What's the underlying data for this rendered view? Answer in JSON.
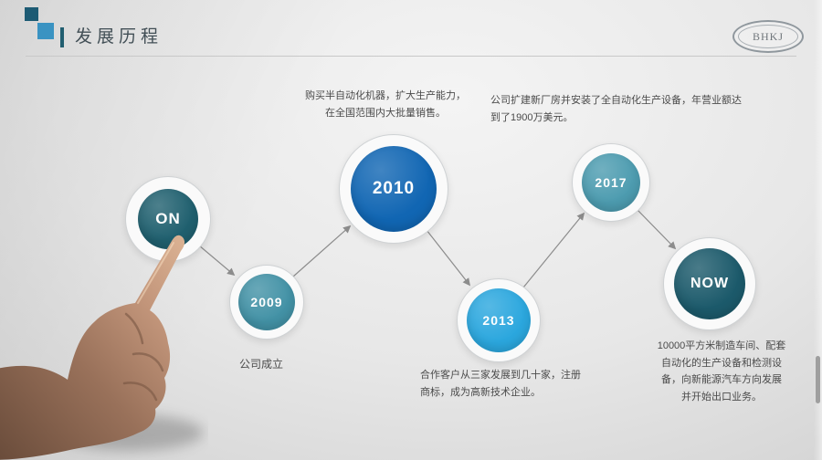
{
  "header": {
    "title": "发展历程",
    "logo_text": "BHKJ"
  },
  "timeline": {
    "nodes": [
      {
        "label": "ON",
        "color": "#20606f"
      },
      {
        "label": "2009",
        "color": "#4392a6"
      },
      {
        "label": "2010",
        "color": "#1166b3"
      },
      {
        "label": "2013",
        "color": "#2ba7de"
      },
      {
        "label": "2017",
        "color": "#4d9cb0"
      },
      {
        "label": "NOW",
        "color": "#1c5a6b"
      }
    ],
    "annotations": [
      {
        "text": "购买半自动化机器，扩大生产能力，\n在全国范围内大批量销售。"
      },
      {
        "text": "公司扩建新厂房并安装了全自动化生产设备，年营业额达\n到了1900万美元。"
      },
      {
        "text": "公司成立"
      },
      {
        "text": "合作客户从三家发展到几十家，注册\n商标，成为高新技术企业。"
      },
      {
        "text": "10000平方米制造车间、配套\n自动化的生产设备和检测设\n备，向新能源汽车方向发展\n并开始出口业务。"
      }
    ]
  }
}
